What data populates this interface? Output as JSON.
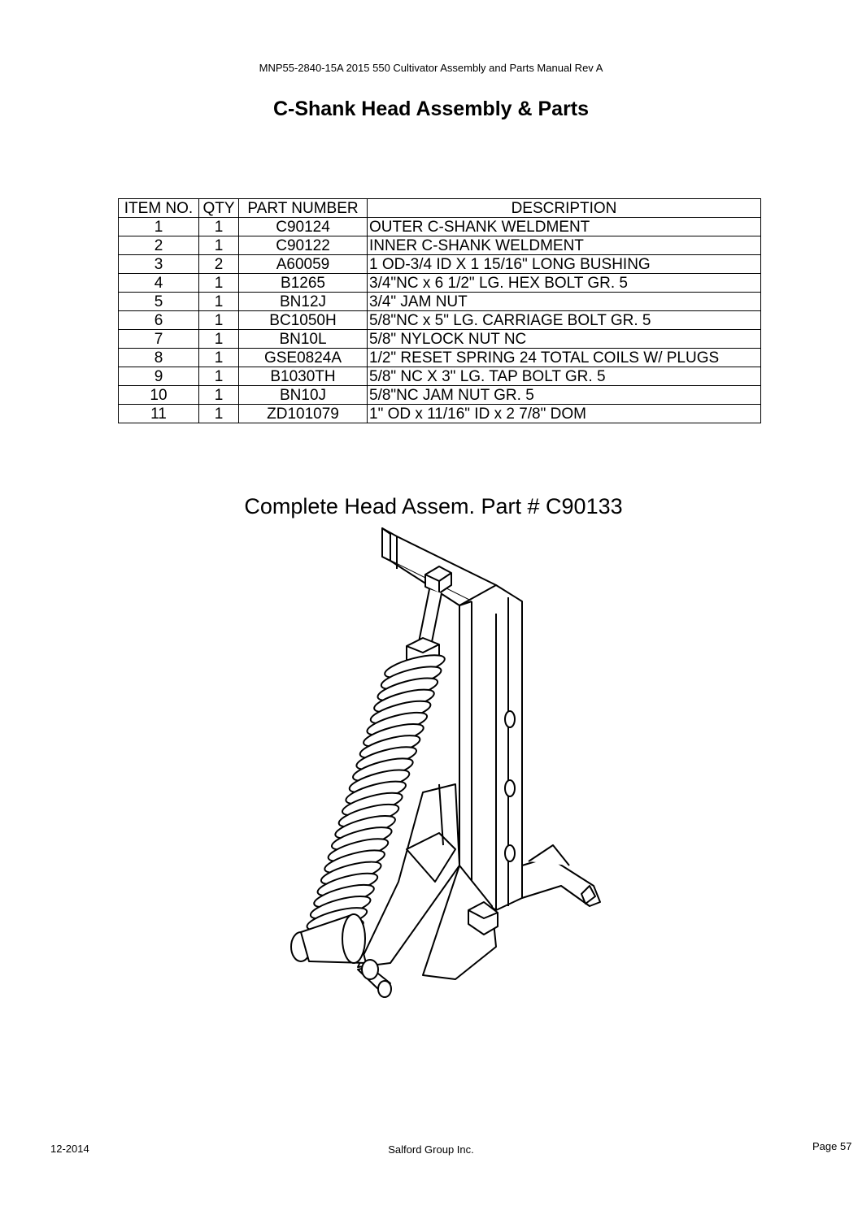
{
  "header": {
    "doc_title": "MNP55-2840-15A 2015 550 Cultivator Assembly and Parts Manual Rev A",
    "page_title": "C-Shank Head Assembly & Parts"
  },
  "table": {
    "columns": [
      "ITEM NO.",
      "QTY",
      "PART NUMBER",
      "DESCRIPTION"
    ],
    "rows": [
      [
        "1",
        "1",
        "C90124",
        "OUTER C-SHANK WELDMENT"
      ],
      [
        "2",
        "1",
        "C90122",
        "INNER C-SHANK WELDMENT"
      ],
      [
        "3",
        "2",
        "A60059",
        "1 OD-3/4 ID X 1 15/16\" LONG BUSHING"
      ],
      [
        "4",
        "1",
        "B1265",
        "3/4\"NC x 6 1/2\" LG. HEX BOLT GR. 5"
      ],
      [
        "5",
        "1",
        "BN12J",
        "3/4\" JAM NUT"
      ],
      [
        "6",
        "1",
        "BC1050H",
        "5/8\"NC x 5\" LG. CARRIAGE BOLT GR. 5"
      ],
      [
        "7",
        "1",
        "BN10L",
        "5/8\" NYLOCK NUT NC"
      ],
      [
        "8",
        "1",
        "GSE0824A",
        "1/2\" RESET SPRING 24 TOTAL COILS W/ PLUGS"
      ],
      [
        "9",
        "1",
        "B1030TH",
        "5/8\" NC X 3\" LG. TAP BOLT GR. 5"
      ],
      [
        "10",
        "1",
        "BN10J",
        "5/8\"NC JAM NUT GR. 5"
      ],
      [
        "11",
        "1",
        "ZD101079",
        "1\" OD x 11/16\" ID x 2 7/8\" DOM"
      ]
    ]
  },
  "assembly": {
    "title": "Complete Head Assem. Part # C90133"
  },
  "footer": {
    "date": "12-2014",
    "company": "Salford Group Inc.",
    "page": "Page 57"
  }
}
